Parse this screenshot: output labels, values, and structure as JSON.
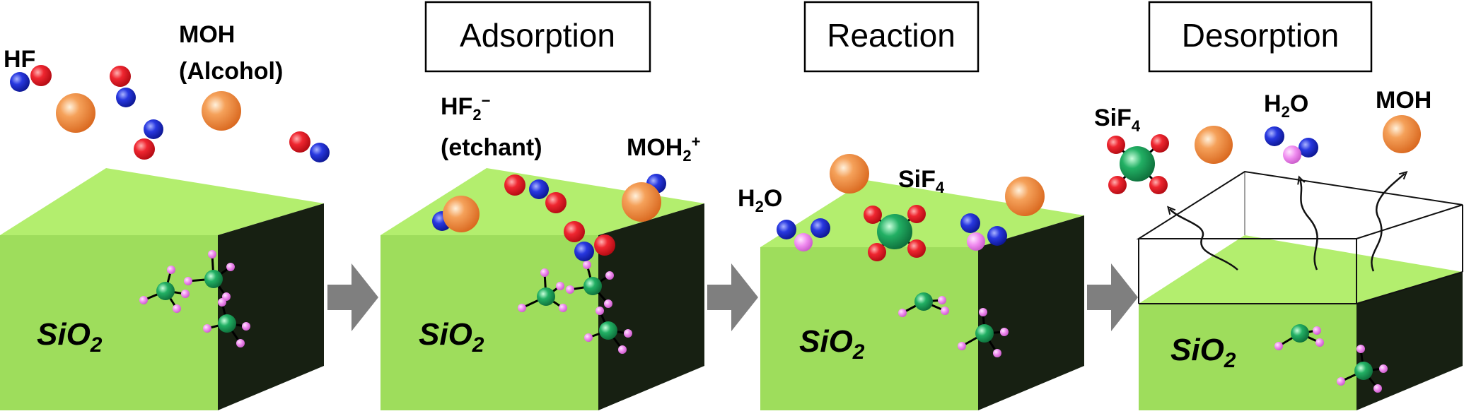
{
  "stages": {
    "adsorption": "Adsorption",
    "reaction": "Reaction",
    "desorption": "Desorption"
  },
  "panel1": {
    "hf": "HF",
    "moh_line1": "MOH",
    "moh_line2": "(Alcohol)",
    "substrate": "SiO",
    "substrate_sub": "2"
  },
  "panel2": {
    "hf2_main": "HF",
    "hf2_sub": "2",
    "hf2_sup": "−",
    "etchant": "(etchant)",
    "moh2_main": "MOH",
    "moh2_sub": "2",
    "moh2_sup": "+",
    "substrate": "SiO",
    "substrate_sub": "2"
  },
  "panel3": {
    "h2o_main": "H",
    "h2o_sub": "2",
    "h2o_tail": "O",
    "sif4_main": "SiF",
    "sif4_sub": "4",
    "substrate": "SiO",
    "substrate_sub": "2"
  },
  "panel4": {
    "sif4_main": "SiF",
    "sif4_sub": "4",
    "h2o_main": "H",
    "h2o_sub": "2",
    "h2o_tail": "O",
    "moh": "MOH",
    "substrate": "SiO",
    "substrate_sub": "2"
  },
  "colors": {
    "top_face": "#b3ee6e",
    "front_face": "#9edd5c",
    "side_face": "#172012",
    "fluorine": "#e8131b",
    "hydrogen": "#1a2ad8",
    "alcohol": "#e8792a",
    "silicon": "#1aa05a",
    "h_terminal": "#ee82ee",
    "arrow": "#7f7f7f"
  }
}
